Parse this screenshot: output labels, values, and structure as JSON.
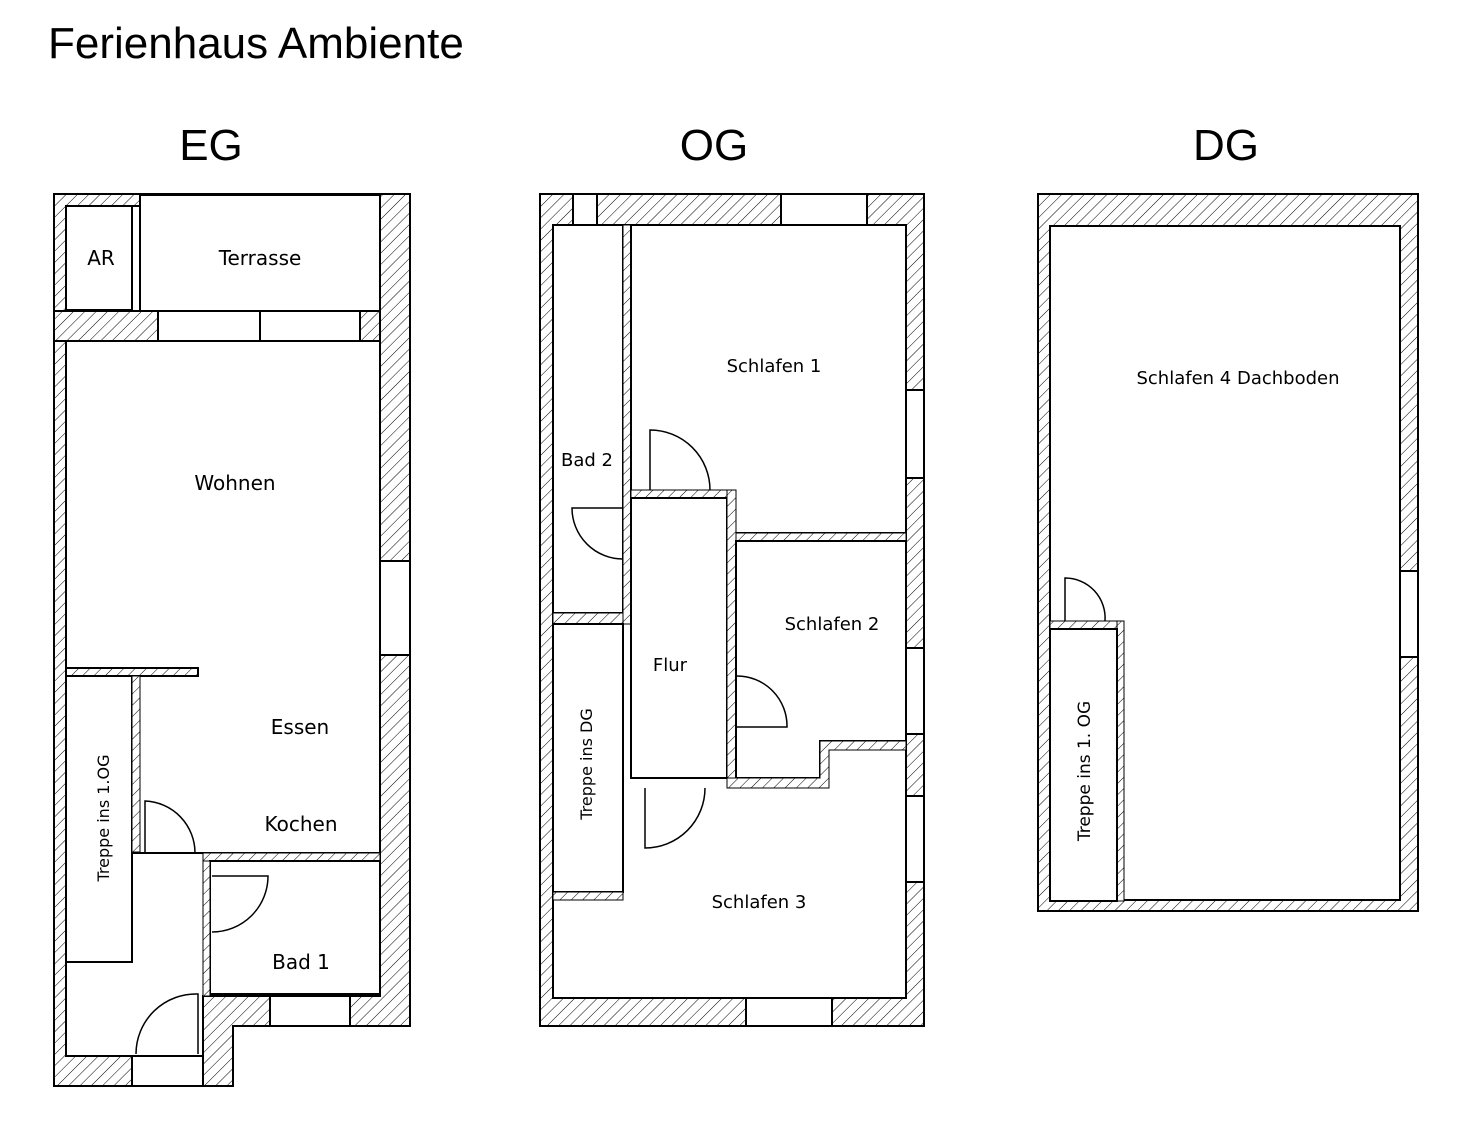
{
  "title": "Ferienhaus Ambiente",
  "colors": {
    "line": "#000000",
    "hatch": "#000000",
    "background": "#ffffff"
  },
  "floors": {
    "eg": {
      "label": "EG",
      "rooms": {
        "ar": "AR",
        "terrasse": "Terrasse",
        "wohnen": "Wohnen",
        "essen": "Essen",
        "kochen": "Kochen",
        "treppe": "Treppe ins 1.OG",
        "bad1": "Bad 1"
      }
    },
    "og": {
      "label": "OG",
      "rooms": {
        "schlafen1": "Schlafen 1",
        "bad2": "Bad 2",
        "flur": "Flur",
        "schlafen2": "Schlafen 2",
        "treppe": "Treppe ins DG",
        "schlafen3": "Schlafen 3"
      }
    },
    "dg": {
      "label": "DG",
      "rooms": {
        "schlafen4": "Schlafen 4 Dachboden",
        "treppe": "Treppe ins 1. OG"
      }
    }
  }
}
